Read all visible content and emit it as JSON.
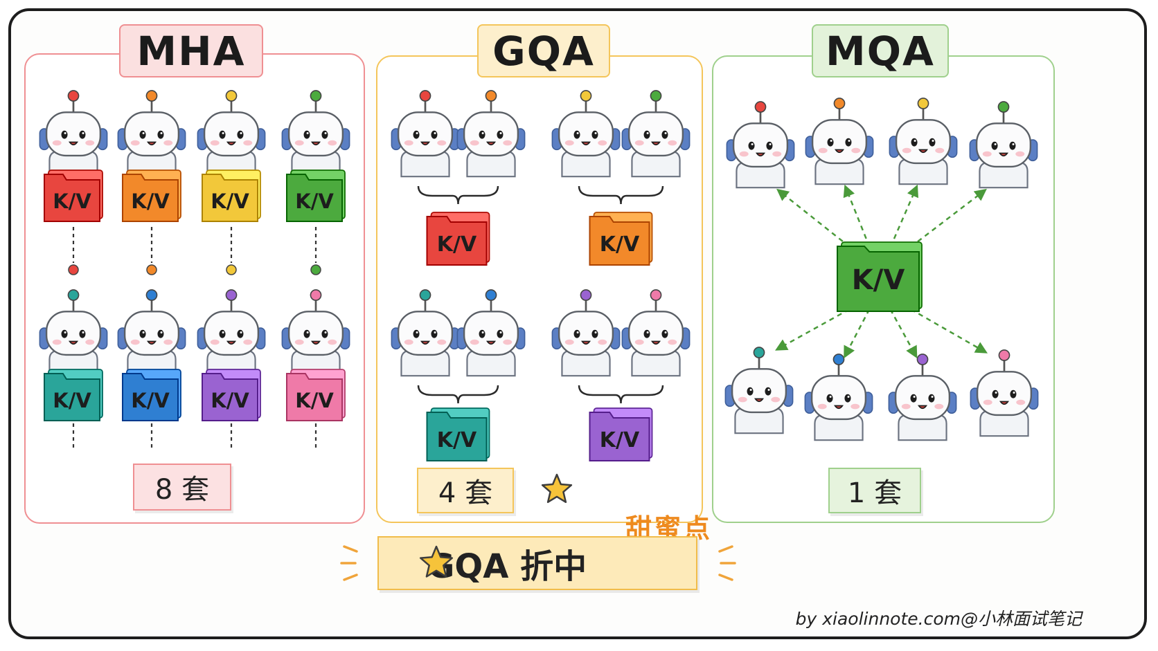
{
  "sections": {
    "mha": {
      "title": "MHA",
      "count_label": "8 套",
      "head_colors": [
        "#e8463f",
        "#f2892a",
        "#f2c83a",
        "#4caa3e",
        "#2aa59a",
        "#2f7fd2",
        "#9a63d1",
        "#ef7aa8"
      ],
      "kv_label": "K/V"
    },
    "gqa": {
      "title": "GQA",
      "count_label": "4 套",
      "sweet_spot": "甜蜜点",
      "group_colors": [
        "#e8463f",
        "#f2892a",
        "#2aa59a",
        "#9a63d1"
      ],
      "kv_label": "K/V"
    },
    "mqa": {
      "title": "MQA",
      "count_label": "1 套",
      "shared_color": "#4caa3e",
      "kv_label": "K/V"
    }
  },
  "footer": {
    "banner": "GQA 折中",
    "star_icon": "star-icon",
    "credit": "by  xiaolinnote.com@小林面试笔记"
  },
  "colors": {
    "mha": "#e9777b",
    "gqa": "#f1bc4a",
    "mqa": "#8cc37a"
  }
}
